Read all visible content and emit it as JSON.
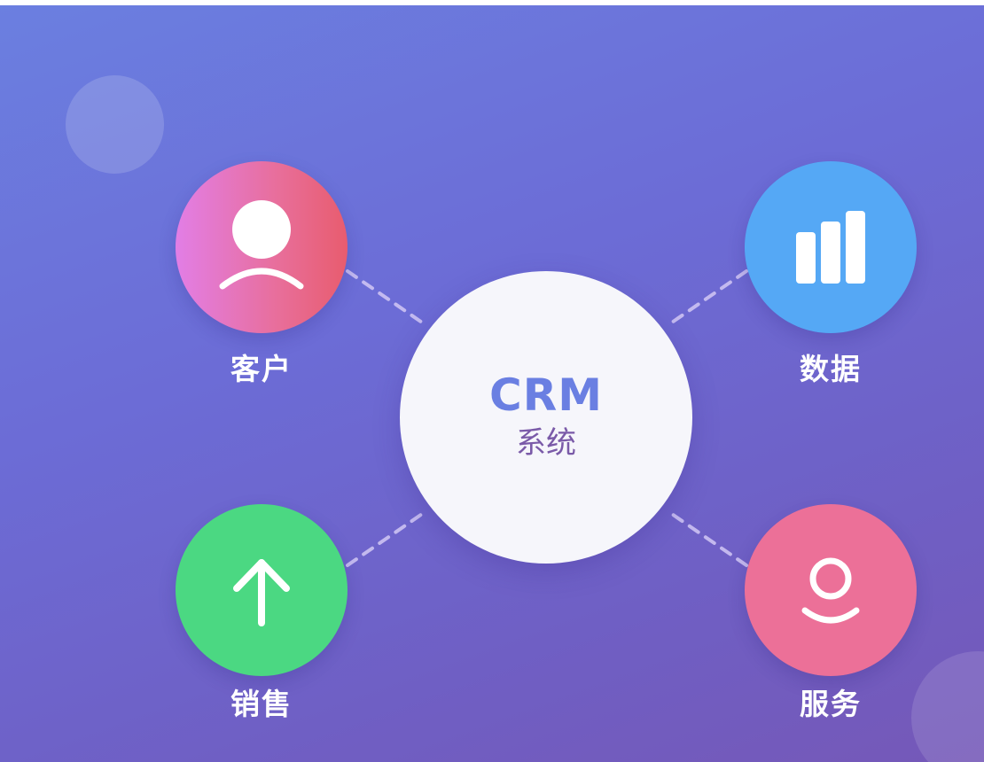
{
  "center": {
    "title": "CRM",
    "subtitle": "系统"
  },
  "nodes": {
    "customer": {
      "label": "客户",
      "icon": "user-icon",
      "color": "#e86e9a"
    },
    "data": {
      "label": "数据",
      "icon": "bar-chart-icon",
      "color": "#55a8f5"
    },
    "sales": {
      "label": "销售",
      "icon": "arrow-up-icon",
      "color": "#4bd882"
    },
    "service": {
      "label": "服务",
      "icon": "support-person-icon",
      "color": "#ec7098"
    }
  },
  "colors": {
    "background_start": "#6b7fe0",
    "background_end": "#7558b8",
    "center_fill": "#f6f6fb",
    "center_title": "#6a7fe2",
    "center_subtitle": "#7a5aa8"
  }
}
